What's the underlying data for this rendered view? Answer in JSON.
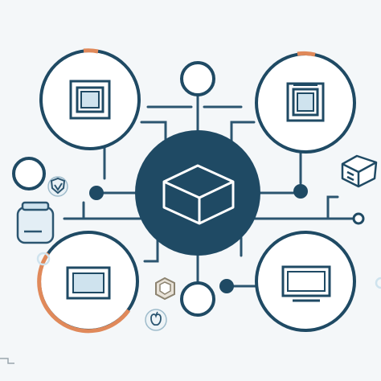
{
  "diagram": {
    "kind": "hub-and-spoke network illustration",
    "hub_icon": "cube-icon",
    "satellites": [
      {
        "name": "top-left-node",
        "icon": "square-frame-icon",
        "accent_arc": true
      },
      {
        "name": "top-right-node",
        "icon": "square-frame-icon",
        "accent_arc": true
      },
      {
        "name": "bottom-left-node",
        "icon": "monitor-icon",
        "accent_arc": true
      },
      {
        "name": "bottom-right-node",
        "icon": "monitor-icon",
        "accent_arc": false
      }
    ],
    "small_icons": [
      "jar-icon",
      "shield-icon",
      "stacked-box-icon",
      "apple-icon",
      "package-icon"
    ],
    "colors": {
      "background": "#f4f7f9",
      "primary_navy": "#1f4a64",
      "line": "#2b5570",
      "accent_orange": "#e0895a",
      "light_blue": "#cfe3ee",
      "light_beige": "#e8e2d8",
      "white": "#ffffff"
    }
  }
}
